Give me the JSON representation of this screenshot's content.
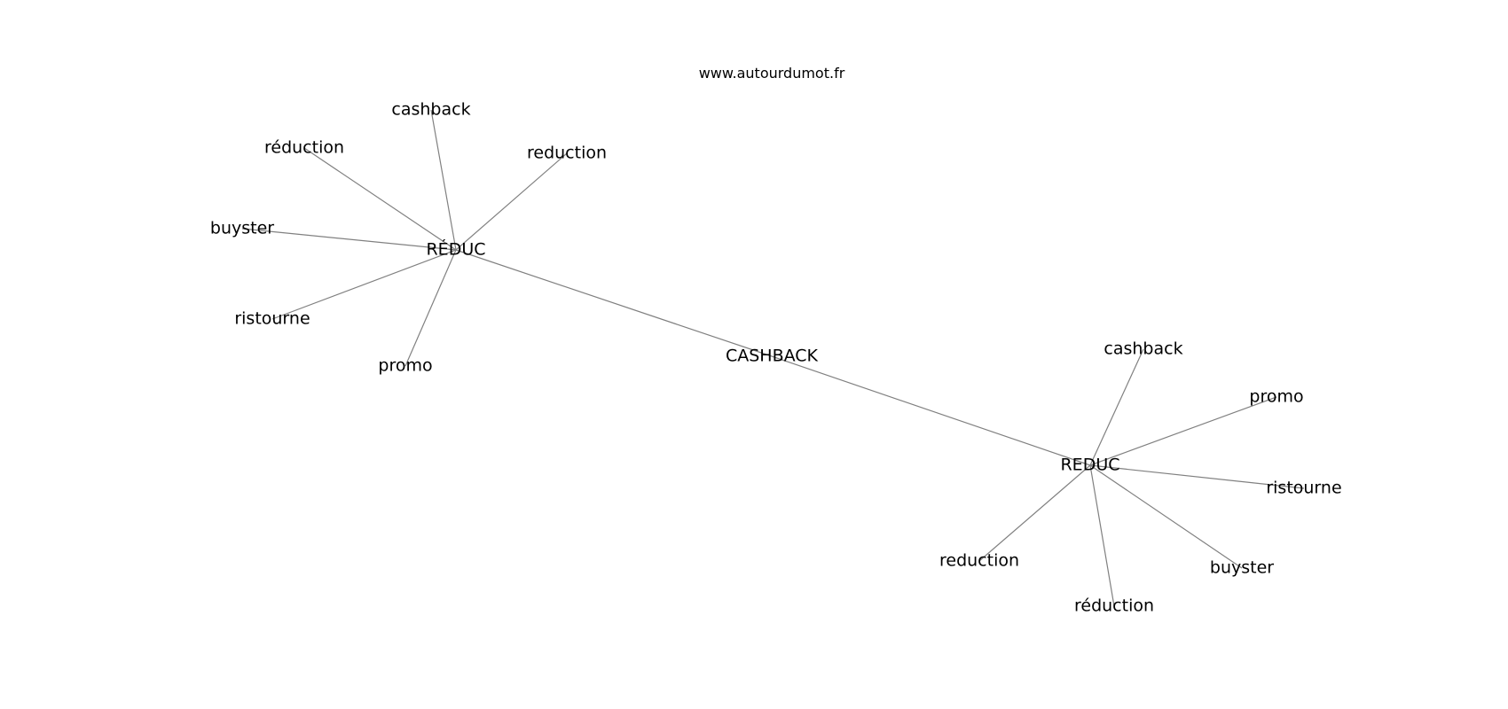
{
  "watermark": "www.autourdumot.fr",
  "center": {
    "id": "center",
    "label": "CASHBACK"
  },
  "hubs": [
    {
      "id": "hub1",
      "label": "RÉDUC"
    },
    {
      "id": "hub2",
      "label": "REDUC"
    }
  ],
  "leaves": [
    {
      "id": "h1-cashback",
      "hub": "hub1",
      "label": "cashback"
    },
    {
      "id": "h1-reduction-accent",
      "hub": "hub1",
      "label": "réduction"
    },
    {
      "id": "h1-reduction",
      "hub": "hub1",
      "label": "reduction"
    },
    {
      "id": "h1-buyster",
      "hub": "hub1",
      "label": "buyster"
    },
    {
      "id": "h1-ristourne",
      "hub": "hub1",
      "label": "ristourne"
    },
    {
      "id": "h1-promo",
      "hub": "hub1",
      "label": "promo"
    },
    {
      "id": "h2-cashback",
      "hub": "hub2",
      "label": "cashback"
    },
    {
      "id": "h2-promo",
      "hub": "hub2",
      "label": "promo"
    },
    {
      "id": "h2-ristourne",
      "hub": "hub2",
      "label": "ristourne"
    },
    {
      "id": "h2-reduction",
      "hub": "hub2",
      "label": "reduction"
    },
    {
      "id": "h2-buyster",
      "hub": "hub2",
      "label": "buyster"
    },
    {
      "id": "h2-reduction-accent",
      "hub": "hub2",
      "label": "réduction"
    }
  ]
}
